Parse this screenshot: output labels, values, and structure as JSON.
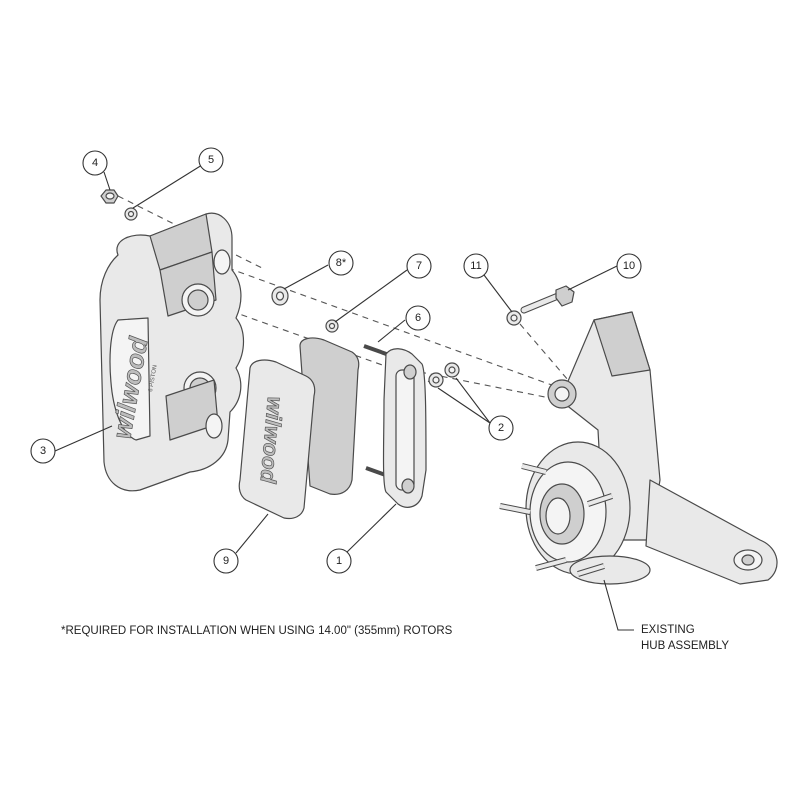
{
  "callouts": [
    {
      "id": "4",
      "label": "4"
    },
    {
      "id": "5",
      "label": "5"
    },
    {
      "id": "8",
      "label": "8*"
    },
    {
      "id": "7",
      "label": "7"
    },
    {
      "id": "11",
      "label": "11"
    },
    {
      "id": "10",
      "label": "10"
    },
    {
      "id": "6",
      "label": "6"
    },
    {
      "id": "3",
      "label": "3"
    },
    {
      "id": "2",
      "label": "2"
    },
    {
      "id": "9",
      "label": "9"
    },
    {
      "id": "1",
      "label": "1"
    }
  ],
  "caliper_logo": "wilwood",
  "caliper_sublabel": "6 PISTON",
  "pad_logo": "wilwood",
  "footnote": "*REQUIRED FOR INSTALLATION WHEN USING 14.00\" (355mm) ROTORS",
  "hub_label_line1": "EXISTING",
  "hub_label_line2": "HUB ASSEMBLY"
}
